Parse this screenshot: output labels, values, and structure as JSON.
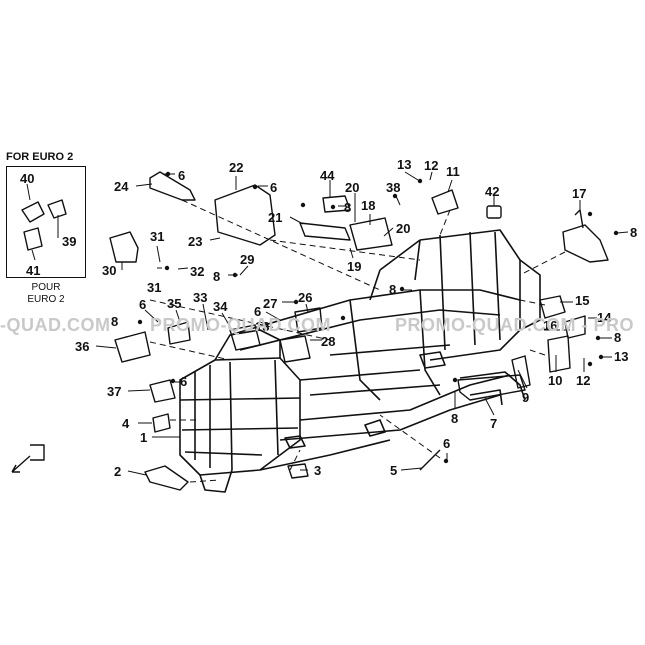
{
  "inset": {
    "title": "FOR EURO 2",
    "note_line1": "POUR",
    "note_line2": "EURO 2"
  },
  "watermark": {
    "left": "-QUAD.COM",
    "mid": "PROMO-QUAD.COM",
    "right": "PROMO-QUAD.COM - PRO"
  },
  "callouts": [
    "40",
    "39",
    "41",
    "24",
    "6",
    "22",
    "6",
    "23",
    "44",
    "8",
    "21",
    "20",
    "18",
    "20",
    "19",
    "13",
    "12",
    "11",
    "38",
    "42",
    "17",
    "8",
    "31",
    "31",
    "32",
    "29",
    "8",
    "30",
    "6",
    "35",
    "33",
    "34",
    "27",
    "26",
    "6",
    "8",
    "13",
    "28",
    "36",
    "37",
    "6",
    "4",
    "1",
    "2",
    "3",
    "5",
    "6",
    "8",
    "7",
    "9",
    "10",
    "12",
    "13",
    "8",
    "14",
    "16",
    "15",
    "8"
  ]
}
